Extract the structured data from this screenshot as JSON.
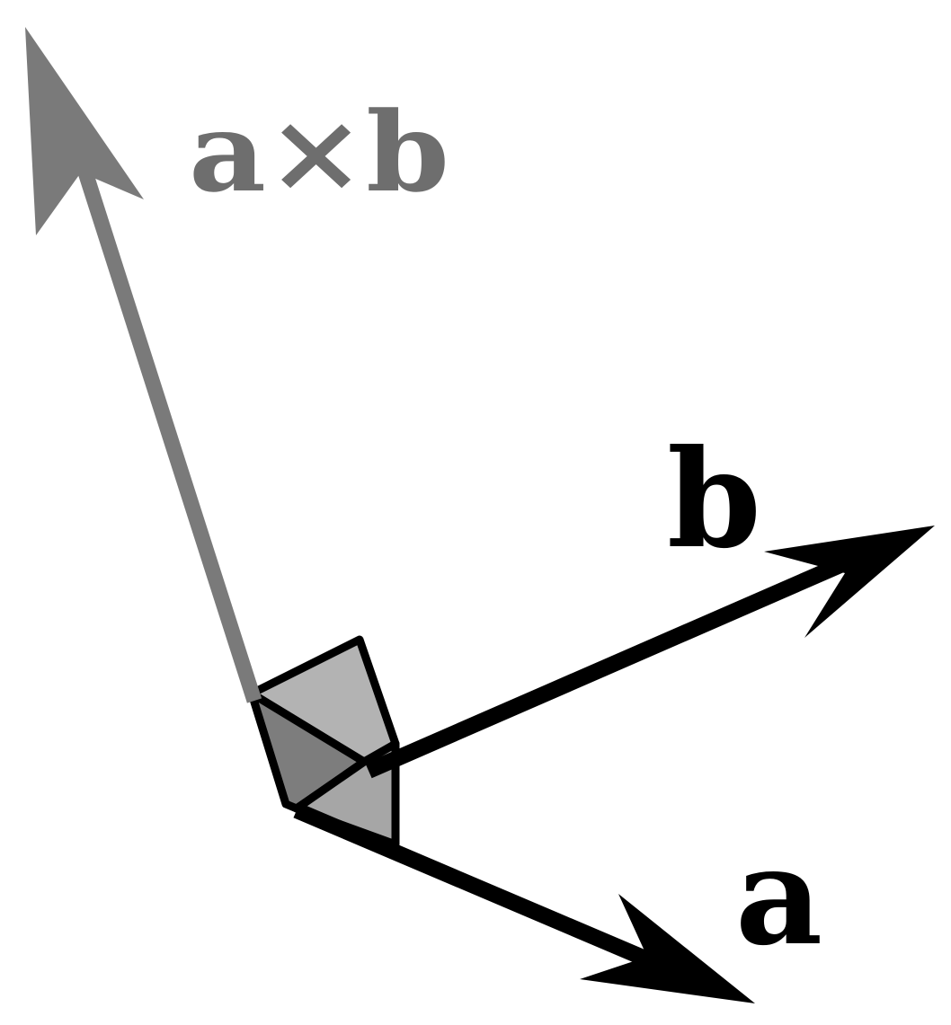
{
  "labels": {
    "cross": "a×b",
    "b": "b",
    "a": "a"
  },
  "colors": {
    "cross_vector": "#7a7a7a",
    "vector": "#000000",
    "label_cross": "#6e6e6e",
    "label_ab": "#000000",
    "face_light": "#b3b3b3",
    "face_mid": "#a6a6a6",
    "face_dark": "#7d7d7d",
    "background": "#ffffff"
  }
}
